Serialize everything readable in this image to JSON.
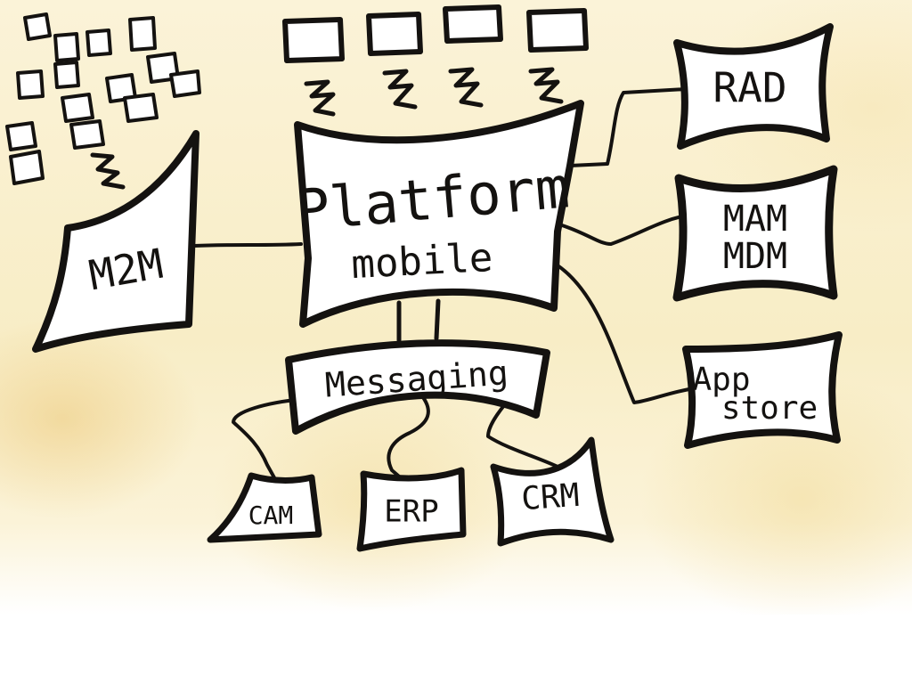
{
  "nodes": {
    "platform_line1": "Platform",
    "platform_line2": "mobile",
    "m2m": "M2M",
    "rad": "RAD",
    "mam_mdm_line1": "MAM",
    "mam_mdm_line2": "MDM",
    "app_store_line1": "App",
    "app_store_line2": "store",
    "messaging": "Messaging",
    "cam": "CAM",
    "erp": "ERP",
    "crm": "CRM"
  },
  "colors": {
    "ink": "#141210",
    "paper": "#f8edc6",
    "box_fill": "#ffffff"
  }
}
